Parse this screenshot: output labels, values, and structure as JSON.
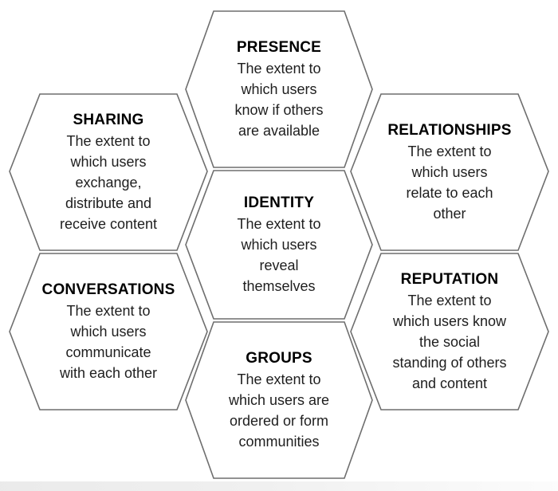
{
  "diagram": {
    "name": "social-media-honeycomb",
    "background_color": "#ffffff",
    "outline_color": "#6e6e6e",
    "title_color": "#000000",
    "body_color": "#1e1e1e",
    "cells": [
      {
        "key": "presence",
        "title": "PRESENCE",
        "body": "The extent to\nwhich users\nknow if others\nare available"
      },
      {
        "key": "sharing",
        "title": "SHARING",
        "body": "The extent to\nwhich users\nexchange,\ndistribute and\nreceive content"
      },
      {
        "key": "relationships",
        "title": "RELATIONSHIPS",
        "body": "The extent to\nwhich users\nrelate to each\nother"
      },
      {
        "key": "identity",
        "title": "IDENTITY",
        "body": "The extent to\nwhich users\nreveal\nthemselves"
      },
      {
        "key": "conversations",
        "title": "CONVERSATIONS",
        "body": "The extent to\nwhich users\ncommunicate\nwith each other"
      },
      {
        "key": "reputation",
        "title": "REPUTATION",
        "body": "The extent to\nwhich users know\nthe social\nstanding of others\nand content"
      },
      {
        "key": "groups",
        "title": "GROUPS",
        "body": "The extent to\nwhich users are\nordered or form\ncommunities"
      }
    ]
  }
}
